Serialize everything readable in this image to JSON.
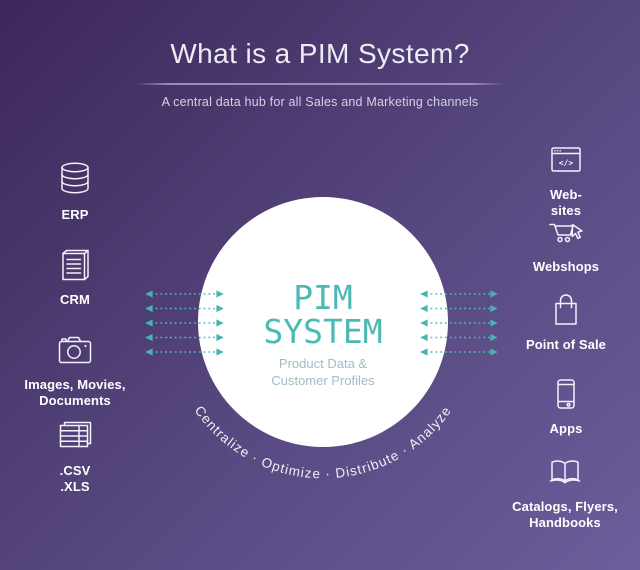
{
  "header": {
    "title": "What is a PIM System?",
    "subtitle": "A central data hub for all Sales and Marketing channels"
  },
  "center": {
    "name_lines": [
      "PIM",
      "SYSTEM"
    ],
    "description_lines": [
      "Product Data &",
      "Customer Profiles"
    ],
    "arc_caption": "Centralize  ·  Optimize  ·  Distribute  ·  Analyze"
  },
  "left_items": [
    {
      "icon": "database-icon",
      "lines": [
        "ERP"
      ]
    },
    {
      "icon": "notebook-icon",
      "lines": [
        "CRM"
      ]
    },
    {
      "icon": "camera-icon",
      "lines": [
        "Images, Movies,",
        "Documents"
      ]
    },
    {
      "icon": "spreadsheet-icon",
      "lines": [
        ".CSV",
        ".XLS"
      ]
    }
  ],
  "right_items": [
    {
      "icon": "browser-code-icon",
      "lines": [
        "Web-",
        "sites"
      ],
      "glyph": "</>"
    },
    {
      "icon": "cart-cursor-icon",
      "lines": [
        "Webshops"
      ]
    },
    {
      "icon": "shopping-bag-icon",
      "lines": [
        "Point of Sale"
      ]
    },
    {
      "icon": "smartphone-icon",
      "lines": [
        "Apps"
      ]
    },
    {
      "icon": "open-book-icon",
      "lines": [
        "Catalogs, Flyers,",
        "Handbooks"
      ]
    }
  ],
  "colors": {
    "accent_teal": "#4cb9b4",
    "background_dark": "#3c2759",
    "background_light": "#6c5e9c",
    "circle": "#ffffff",
    "text": "#ffffff"
  }
}
